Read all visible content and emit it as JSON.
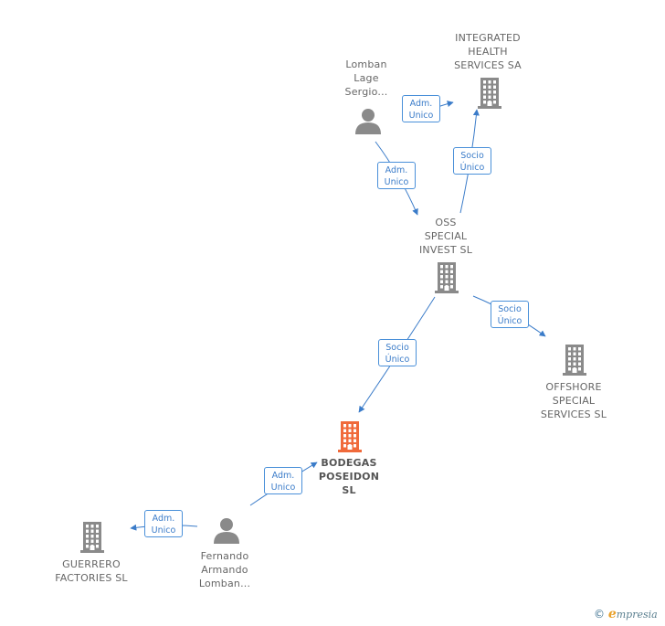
{
  "colors": {
    "edge": "#3b7cc9",
    "node": "#8a8a8a",
    "main_node": "#f06a3b"
  },
  "nodes": [
    {
      "id": "integrated",
      "kind": "company",
      "label": "INTEGRATED\nHEALTH\nSERVICES SA"
    },
    {
      "id": "lomban_sergio",
      "kind": "person",
      "label": "Lomban\nLage\nSergio..."
    },
    {
      "id": "oss",
      "kind": "company",
      "label": "OSS\nSPECIAL\nINVEST SL"
    },
    {
      "id": "offshore",
      "kind": "company",
      "label": "OFFSHORE\nSPECIAL\nSERVICES SL"
    },
    {
      "id": "bodegas",
      "kind": "company-main",
      "label": "BODEGAS\nPOSEIDON\nSL"
    },
    {
      "id": "guerrero",
      "kind": "company",
      "label": "GUERRERO\nFACTORIES SL"
    },
    {
      "id": "fernando",
      "kind": "person",
      "label": "Fernando\nArmando\nLomban..."
    }
  ],
  "edges": [
    {
      "from": "lomban_sergio",
      "to": "integrated",
      "label": "Adm.\nUnico"
    },
    {
      "from": "lomban_sergio",
      "to": "oss",
      "label": "Adm.\nUnico"
    },
    {
      "from": "oss",
      "to": "integrated",
      "label": "Socio\nÚnico"
    },
    {
      "from": "oss",
      "to": "offshore",
      "label": "Socio\nÚnico"
    },
    {
      "from": "oss",
      "to": "bodegas",
      "label": "Socio\nÚnico"
    },
    {
      "from": "fernando",
      "to": "bodegas",
      "label": "Adm.\nUnico"
    },
    {
      "from": "fernando",
      "to": "guerrero",
      "label": "Adm.\nUnico"
    }
  ],
  "footer": {
    "copyright": "©",
    "brand_initial": "e",
    "brand_rest": "mpresia"
  }
}
